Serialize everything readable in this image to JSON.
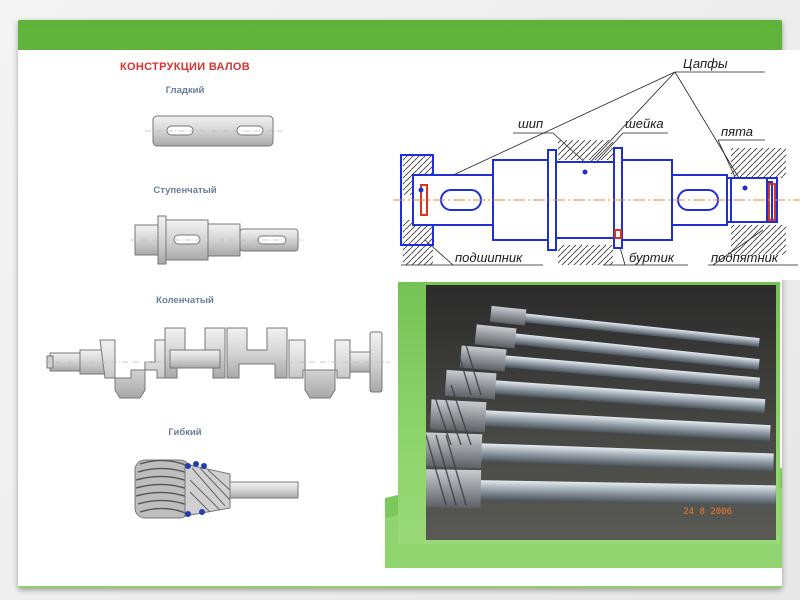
{
  "left_title": "КОНСТРУКЦИИ ВАЛОВ",
  "shaft_types": [
    {
      "label": "Гладкий"
    },
    {
      "label": "Ступенчатый"
    },
    {
      "label": "Коленчатый"
    },
    {
      "label": "Гибкий"
    }
  ],
  "diagram_labels": {
    "tsapfy": "Цапфы",
    "ship": "шип",
    "sheyka": "шейка",
    "pyata": "пята",
    "podshipnik": "подшипник",
    "burtik": "буртик",
    "podpyatnik": "подпятник"
  },
  "photo": {
    "date_stamp": "24  8 2006"
  },
  "colors": {
    "frame_green": "#6cbf45",
    "title_red": "#d9332e",
    "label_blue": "#6a7d9c",
    "diagram_blue": "#1e2fd6",
    "axis_orange": "#e08a3a"
  }
}
